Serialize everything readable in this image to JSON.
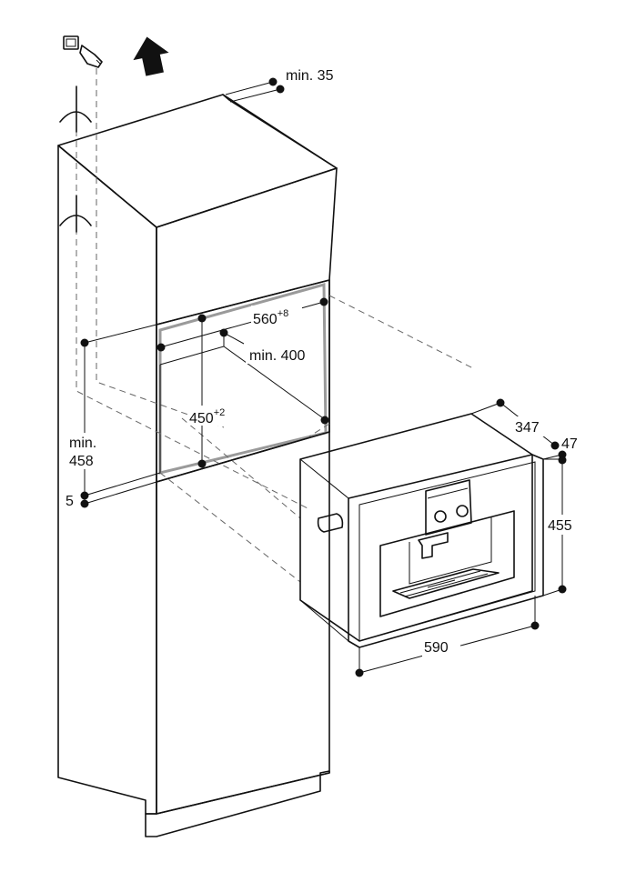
{
  "dimensions": {
    "min35": "min. 35",
    "w560": "560",
    "w560_tol": "+8",
    "min400": "min. 400",
    "h450": "450",
    "h450_tol": "+2",
    "min458_a": "min.",
    "min458_b": "458",
    "d5": "5",
    "d347": "347",
    "d47": "47",
    "h455": "455",
    "w590": "590"
  },
  "colors": {
    "line": "#111111",
    "niche_frame": "#9a9a9a",
    "dashed": "#666666"
  },
  "icons": [
    "power-plug-icon",
    "up-arrow-icon",
    "water-tap-icon"
  ]
}
